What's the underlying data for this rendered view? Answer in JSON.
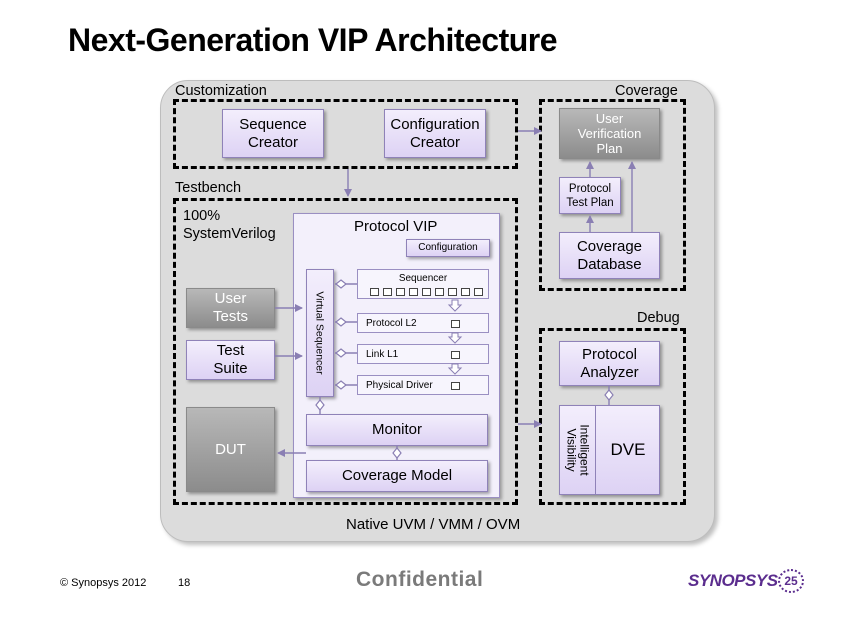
{
  "slide": {
    "title": "Next-Generation VIP Architecture",
    "bottom_label": "Native UVM / VMM / OVM"
  },
  "customization": {
    "label": "Customization",
    "sequence_creator": "Sequence\nCreator",
    "configuration_creator": "Configuration\nCreator"
  },
  "coverage": {
    "label": "Coverage",
    "user_verification_plan": "User\nVerification\nPlan",
    "protocol_test_plan": "Protocol\nTest Plan",
    "coverage_database": "Coverage\nDatabase"
  },
  "testbench": {
    "label": "Testbench",
    "language_note": "100%\nSystemVerilog",
    "user_tests": "User\nTests",
    "test_suite": "Test\nSuite",
    "dut": "DUT"
  },
  "protocol_vip": {
    "label": "Protocol VIP",
    "configuration": "Configuration",
    "virtual_sequencer": "Virtual Sequencer",
    "sequencer": "Sequencer",
    "protocol_l2": "Protocol L2",
    "link_l1": "Link L1",
    "physical_driver": "Physical Driver",
    "monitor": "Monitor",
    "coverage_model": "Coverage Model"
  },
  "debug": {
    "label": "Debug",
    "protocol_analyzer": "Protocol\nAnalyzer",
    "intelligent_visibility": "Intelligent\nVisibility",
    "dve": "DVE"
  },
  "footer": {
    "copyright": "© Synopsys 2012",
    "page_number": "18",
    "confidential": "Confidential",
    "logo_text": "SYNOPSYS",
    "logo_badge": "25"
  },
  "colors": {
    "box_fill": "#e6ddf7",
    "box_border": "#8f82b8",
    "gray_box": "#9e9e9e",
    "panel": "#dcdcdc",
    "arrow": "#9a8fc2",
    "logo": "#5b2d8e"
  }
}
